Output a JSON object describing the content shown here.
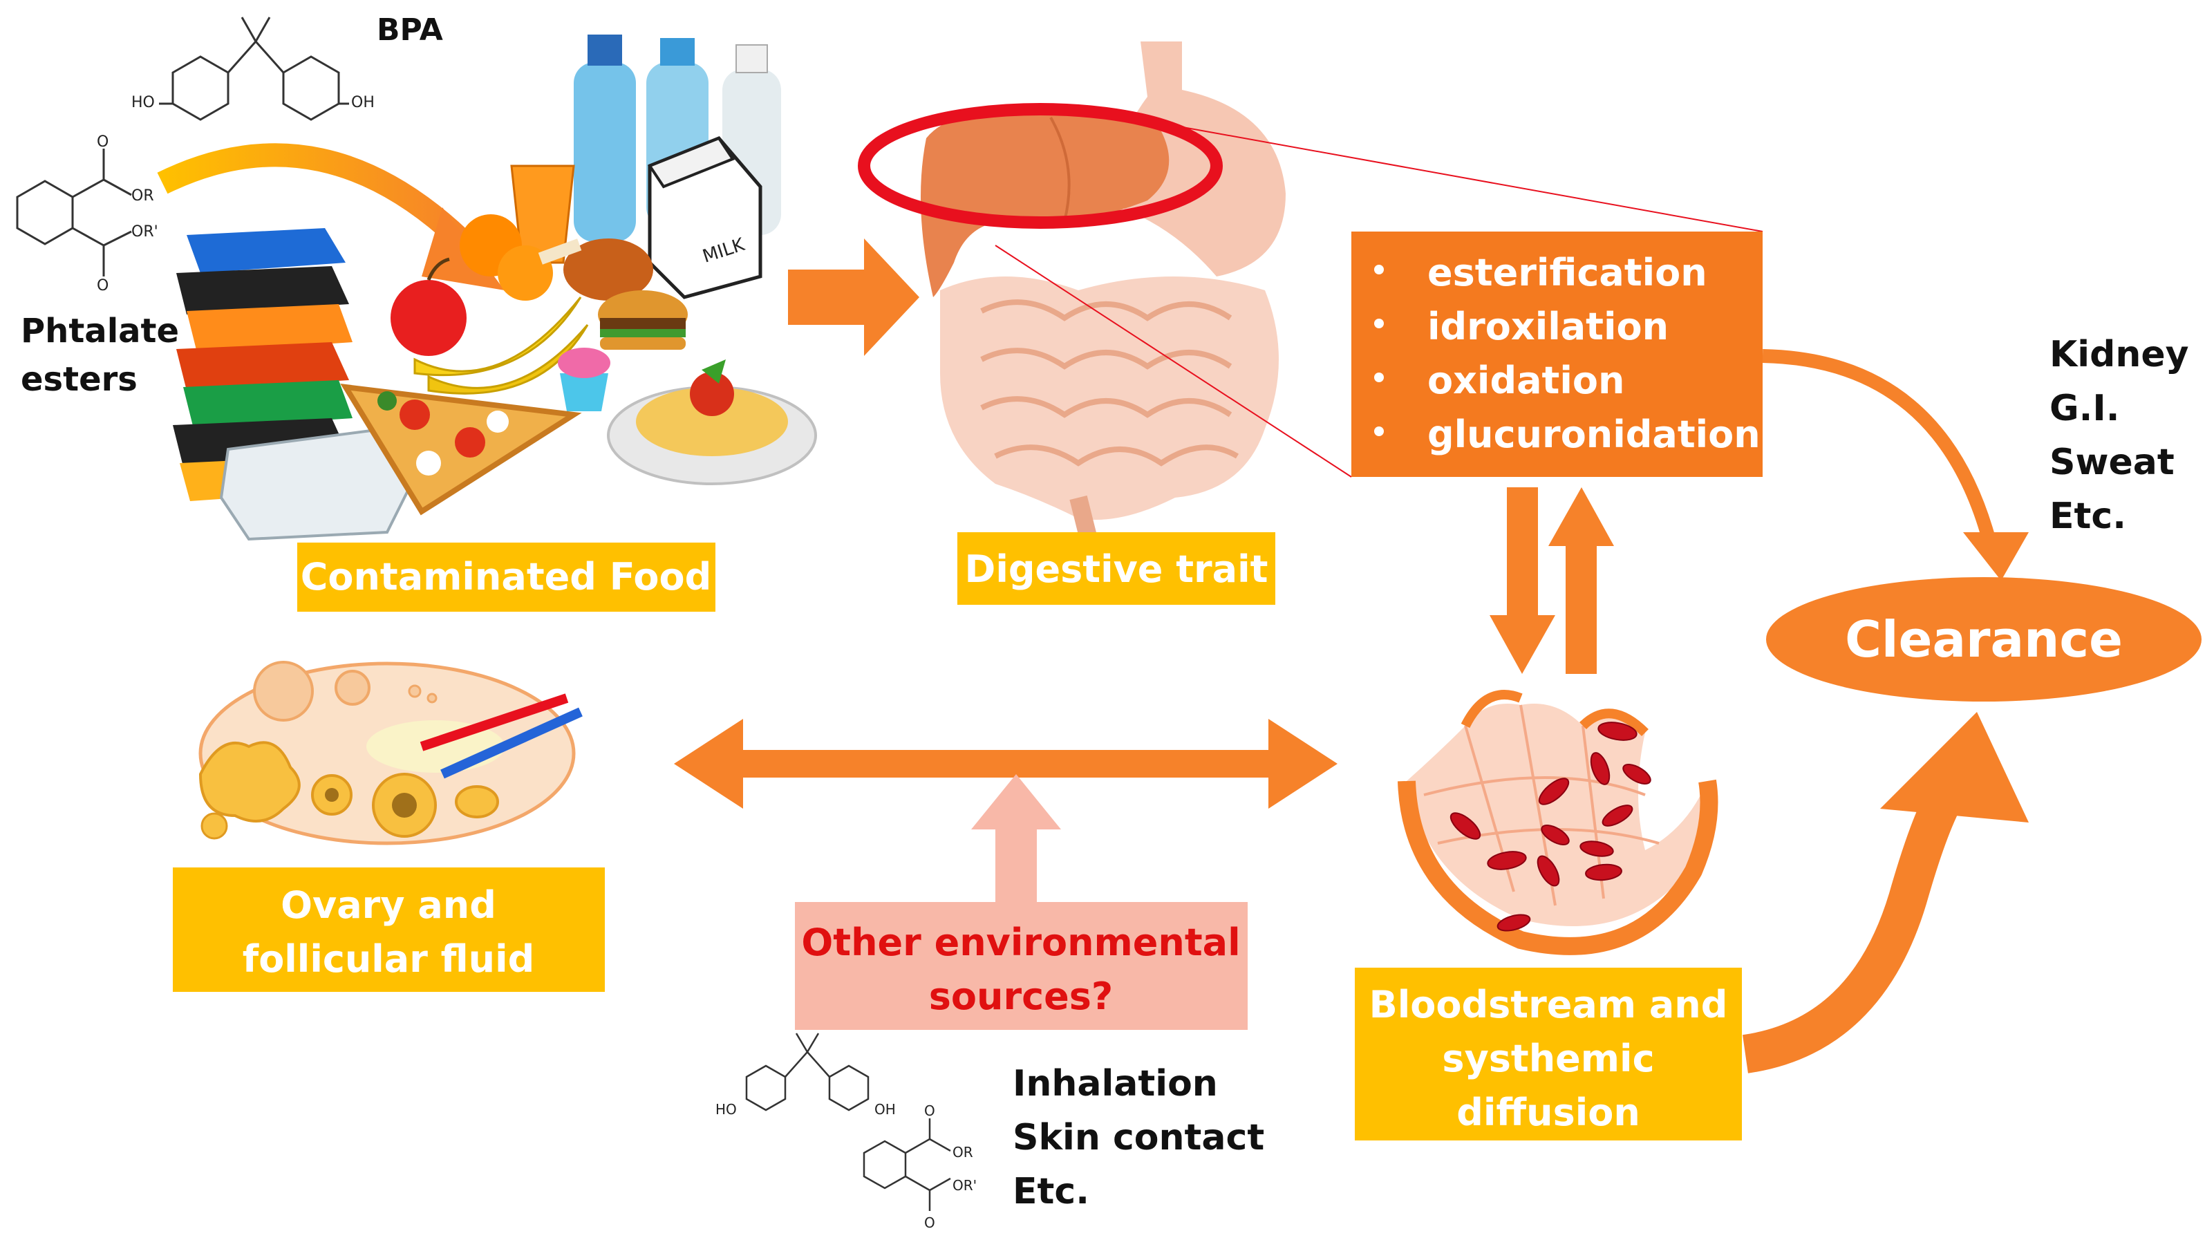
{
  "labels": {
    "bpa": "BPA",
    "phtalate_line1": "Phtalate",
    "phtalate_line2": "esters",
    "contaminated_food": "Contaminated Food",
    "digestive_trait": "Digestive trait",
    "ovary_line1": "Ovary and",
    "ovary_line2": "follicular fluid",
    "other_line1": "Other environmental",
    "other_line2": "sources?",
    "blood_line1": "Bloodstream and",
    "blood_line2": "systhemic",
    "blood_line3": "diffusion",
    "clearance": "Clearance",
    "milk": "MILK"
  },
  "metabolism": [
    "esterification",
    "idroxilation",
    "oxidation",
    "glucuronidation"
  ],
  "clearance_routes": [
    "Kidney",
    "G.I.",
    "Sweat",
    "Etc."
  ],
  "exposure_routes": [
    "Inhalation",
    "Skin contact",
    "Etc."
  ],
  "molecule_labels": {
    "ho": "HO",
    "oh": "OH",
    "or": "OR",
    "or_prime": "OR'",
    "o": "O"
  },
  "colors": {
    "label_box": "#ffc000",
    "orange_box": "#f47a1f",
    "arrow_orange": "#f6822a",
    "pale_box": "#f8b8a8",
    "red_text": "#e01010",
    "liver_ring": "#e8101e"
  },
  "icons": [
    "bpa-molecule",
    "phthalate-molecule",
    "food-collage",
    "stomach-intestine",
    "liver-highlight",
    "ovary",
    "blood-vessel"
  ]
}
